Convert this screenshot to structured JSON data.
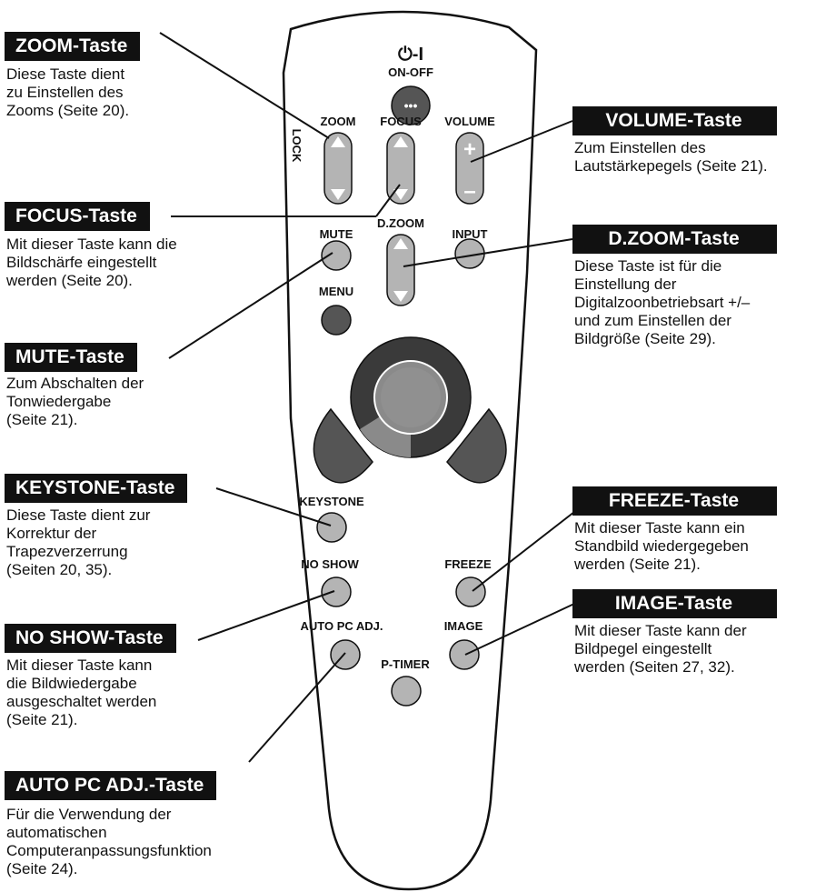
{
  "callouts": {
    "zoom": {
      "title": "ZOOM-Taste",
      "text": "Diese Taste dient\nzu Einstellen des\nZooms (Seite 20)."
    },
    "focus": {
      "title": "FOCUS-Taste",
      "text": "Mit dieser Taste kann die\nBildschärfe eingestellt\nwerden (Seite 20)."
    },
    "mute": {
      "title": "MUTE-Taste",
      "text": "Zum Abschalten der\nTonwiedergabe\n(Seite 21)."
    },
    "keystone": {
      "title": "KEYSTONE-Taste",
      "text": "Diese Taste dient zur\nKorrektur der\nTrapezverzerrung\n(Seiten 20, 35)."
    },
    "noshow": {
      "title": "NO SHOW-Taste",
      "text": "Mit dieser Taste kann\ndie Bildwiedergabe\nausgeschaltet werden\n(Seite 21)."
    },
    "autopc": {
      "title": "AUTO PC ADJ.-Taste",
      "text": "Für die Verwendung der\nautomatischen\nComputeranpassungsfunktion\n(Seite 24)."
    },
    "volume": {
      "title": "VOLUME-Taste",
      "text": "Zum Einstellen des\nLautstärkepegels (Seite 21)."
    },
    "dzoom": {
      "title": "D.ZOOM-Taste",
      "text": "Diese Taste ist für die\nEinstellung der\nDigitalzoonbetriebsart +/–\nund zum Einstellen der\nBildgröße (Seite 29)."
    },
    "freeze": {
      "title": "FREEZE-Taste",
      "text": "Mit dieser Taste kann ein\nStandbild wiedergegeben\nwerden (Seite 21)."
    },
    "image": {
      "title": "IMAGE-Taste",
      "text": "Mit dieser Taste kann der\nBildpegel eingestellt\nwerden (Seiten 27, 32)."
    }
  },
  "remote": {
    "power_symbol": "⏻-I",
    "on_off": "ON-OFF",
    "power_dots": "•••",
    "zoom": "ZOOM",
    "focus": "FOCUS",
    "volume": "VOLUME",
    "lock": "LOCK",
    "mute": "MUTE",
    "dzoom": "D.ZOOM",
    "input": "INPUT",
    "menu": "MENU",
    "keystone": "KEYSTONE",
    "noshow": "NO SHOW",
    "freeze": "FREEZE",
    "autopc": "AUTO PC ADJ.",
    "image": "IMAGE",
    "ptimer": "P-TIMER",
    "plus": "+",
    "minus": "–"
  },
  "colors": {
    "body": "#ffffff",
    "button": "#b4b4b4",
    "dark_button": "#555555",
    "pad_outer": "#3a3a3a",
    "label_bg": "#111111"
  }
}
